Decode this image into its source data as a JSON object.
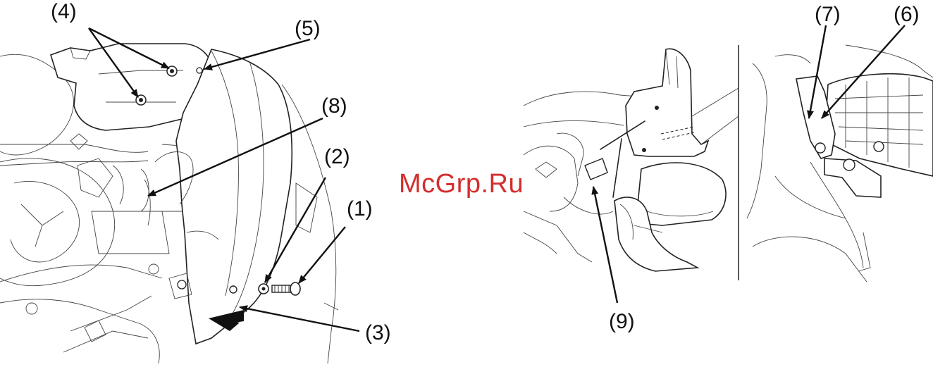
{
  "callouts": {
    "c1": "(1)",
    "c2": "(2)",
    "c3": "(3)",
    "c4": "(4)",
    "c5": "(5)",
    "c6": "(6)",
    "c7": "(7)",
    "c8": "(8)",
    "c9": "(9)"
  },
  "watermark": "McGrp.Ru",
  "colors": {
    "watermark": "#d11c1c",
    "line": "#222222",
    "background": "#ffffff"
  }
}
